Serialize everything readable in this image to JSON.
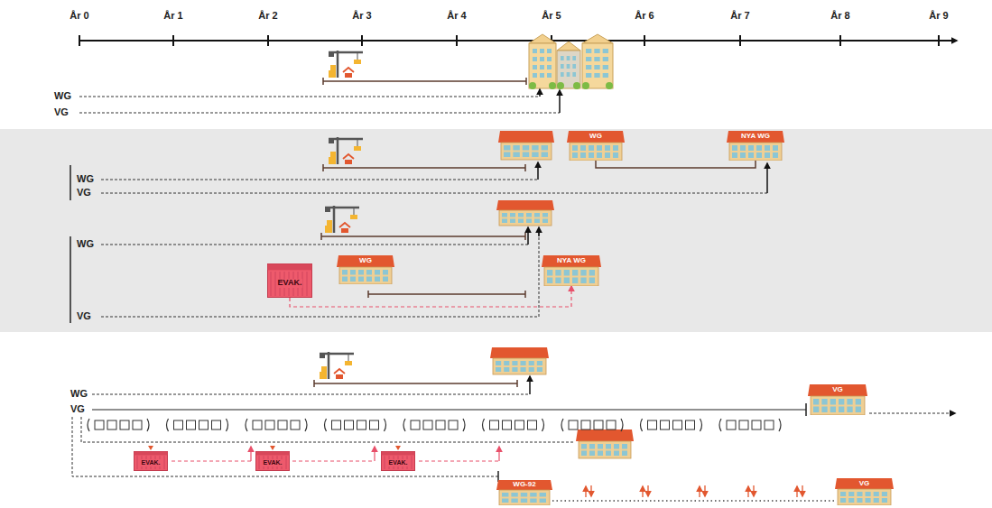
{
  "diagram": {
    "nodes": [
      {
        "text": [
          "WG"
        ]
      },
      {
        "text": [
          "NYA WG"
        ]
      },
      {
        "text": [
          "EVAK."
        ]
      },
      {
        "text": [
          "WG"
        ]
      },
      {
        "text": [
          "NYA WG"
        ]
      },
      {
        "text": [
          "VG"
        ]
      },
      {
        "text": [
          "EVAK."
        ]
      },
      {
        "text": [
          "EVAK."
        ]
      },
      {
        "text": [
          "EVAK."
        ]
      },
      {
        "text": [
          "WG-92"
        ]
      },
      {
        "text": [
          "VG"
        ]
      }
    ],
    "edges": [
      {
        "from": 0,
        "to": 1,
        "arrow": "none"
      },
      {
        "from": 2,
        "to": 4,
        "arrow": "to"
      },
      {
        "from": 9,
        "to": 10,
        "arrow": "none"
      }
    ],
    "labels": [
      "År 0",
      "År 1",
      "År 2",
      "År 3",
      "År 4",
      "År 5",
      "År 6",
      "År 7",
      "År 8",
      "År 9",
      "WG",
      "VG",
      "WG",
      "VG",
      "WG",
      "VG",
      "WG",
      "VG"
    ]
  }
}
